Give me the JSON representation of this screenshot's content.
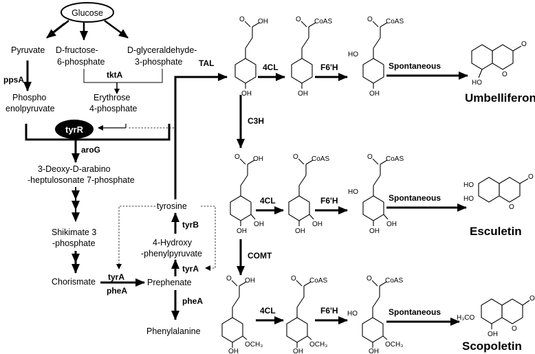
{
  "nodes": {
    "glucose": "Glucose",
    "pyruvate": "Pyruvate",
    "f6p_1": "D-fructose-",
    "f6p_2": "6-phosphate",
    "g3p_1": "D-glyceraldehyde-",
    "g3p_2": "3-phosphate",
    "pep_1": "Phospho",
    "pep_2": "enolpyruvate",
    "e4p_1": "Erythrose",
    "e4p_2": "4-phosphate",
    "tyrR": "tyrR",
    "dahp_1": "3-Deoxy-D-arabino",
    "dahp_2": "-heptulosonate 7-phosphate",
    "s3p_1": "Shikimate 3",
    "s3p_2": "-phosphate",
    "chorismate": "Chorismate",
    "prephenate": "Prephenate",
    "hpp_1": "4-Hydroxy",
    "hpp_2": "-phenylpyruvate",
    "tyrosine": "tyrosine",
    "phenylalanine": "Phenylalanine"
  },
  "enzymes": {
    "ppsA": "ppsA",
    "tktA": "tktA",
    "aroG": "aroG",
    "tyrA_1": "tyrA",
    "pheA_1": "pheA",
    "tyrA_2": "tyrA",
    "tyrB": "tyrB",
    "pheA_2": "pheA",
    "TAL": "TAL",
    "row1_4CL": "4CL",
    "row1_F6H": "F6'H",
    "row1_spont": "Spontaneous",
    "C3H": "C3H",
    "row2_4CL": "4CL",
    "row2_F6H": "F6'H",
    "row2_spont": "Spontaneous",
    "COMT": "COMT",
    "row3_4CL": "4CL",
    "row3_F6H": "F6'H",
    "row3_spont": "Spontaneous"
  },
  "products": {
    "umbelliferone": "Umbelliferone",
    "esculetin": "Esculetin",
    "scopoletin": "Scopoletin"
  },
  "structure_text": {
    "oh": "OH",
    "ho": "HO",
    "o": "O",
    "coas": "CoAS",
    "och3": "OCH₃",
    "h3co": "H₃CO"
  }
}
